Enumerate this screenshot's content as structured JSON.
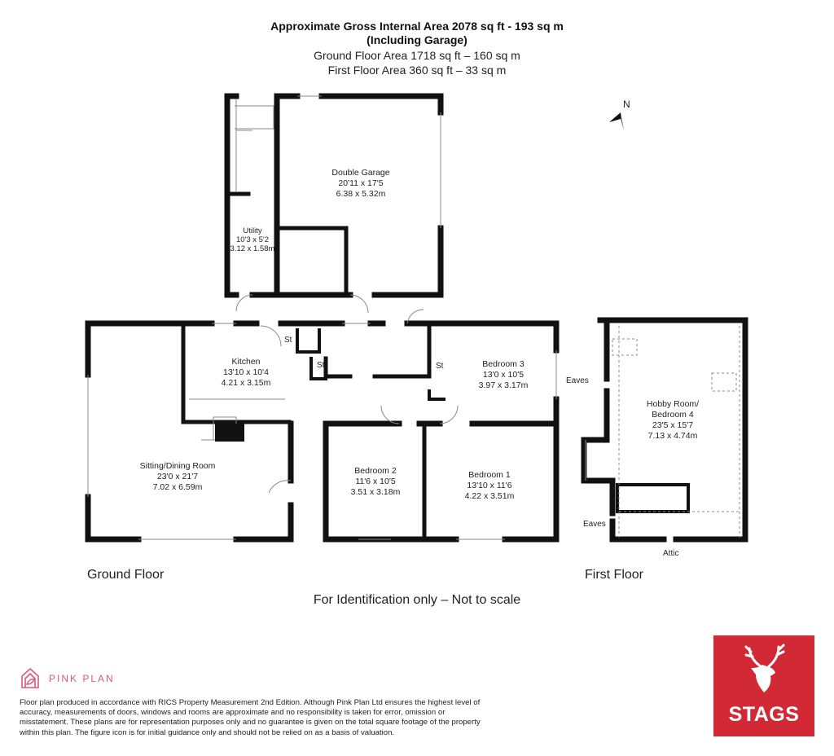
{
  "header": {
    "gross_area": "Approximate Gross Internal Area 2078 sq ft - 193 sq m",
    "including": "(Including Garage)",
    "ground_area": "Ground Floor Area 1718 sq ft – 160 sq m",
    "first_area": "First Floor Area 360 sq ft – 33 sq m"
  },
  "compass": {
    "label": "N",
    "icon": "north-arrow-icon"
  },
  "ground_floor": {
    "label": "Ground Floor",
    "rooms": [
      {
        "name": "Double Garage",
        "imperial": "20'11 x 17'5",
        "metric": "6.38 x 5.32m"
      },
      {
        "name": "Utility",
        "imperial": "10'3 x 5'2",
        "metric": "3.12 x 1.58m"
      },
      {
        "name": "Kitchen",
        "imperial": "13'10 x 10'4",
        "metric": "4.21 x 3.15m"
      },
      {
        "name": "Sitting/Dining Room",
        "imperial": "23'0 x 21'7",
        "metric": "7.02 x 6.59m"
      },
      {
        "name": "Bedroom 2",
        "imperial": "11'6 x 10'5",
        "metric": "3.51 x 3.18m"
      },
      {
        "name": "Bedroom 1",
        "imperial": "13'10 x 11'6",
        "metric": "4.22 x 3.51m"
      },
      {
        "name": "Bedroom 3",
        "imperial": "13'0 x 10'5",
        "metric": "3.97 x 3.17m"
      }
    ],
    "store_label": "St"
  },
  "first_floor": {
    "label": "First Floor",
    "rooms": [
      {
        "name": "Hobby Room/",
        "name2": "Bedroom 4",
        "imperial": "23'5 x 15'7",
        "metric": "7.13 x 4.74m"
      }
    ],
    "eaves_label": "Eaves",
    "attic_label": "Attic"
  },
  "note": "For Identification only – Not to scale",
  "footer": {
    "brand": "PINK PLAN",
    "disclaimer": "Floor plan produced in accordance with RICS Property Measurement 2nd Edition. Although Pink Plan Ltd ensures the highest level of accuracy, measurements of doors, windows and rooms are approximate and no responsibility is taken for error, omission or misstatement. These plans are for representation purposes only and no guarantee is given on the total square footage of the property within this plan. The figure icon is for initial guidance only and should not be relied on as a basis of valuation.",
    "agent_logo": "STAGS"
  },
  "colors": {
    "walls": "#111111",
    "pink_plan": "#d9587f",
    "stags_red": "#d12a36"
  }
}
